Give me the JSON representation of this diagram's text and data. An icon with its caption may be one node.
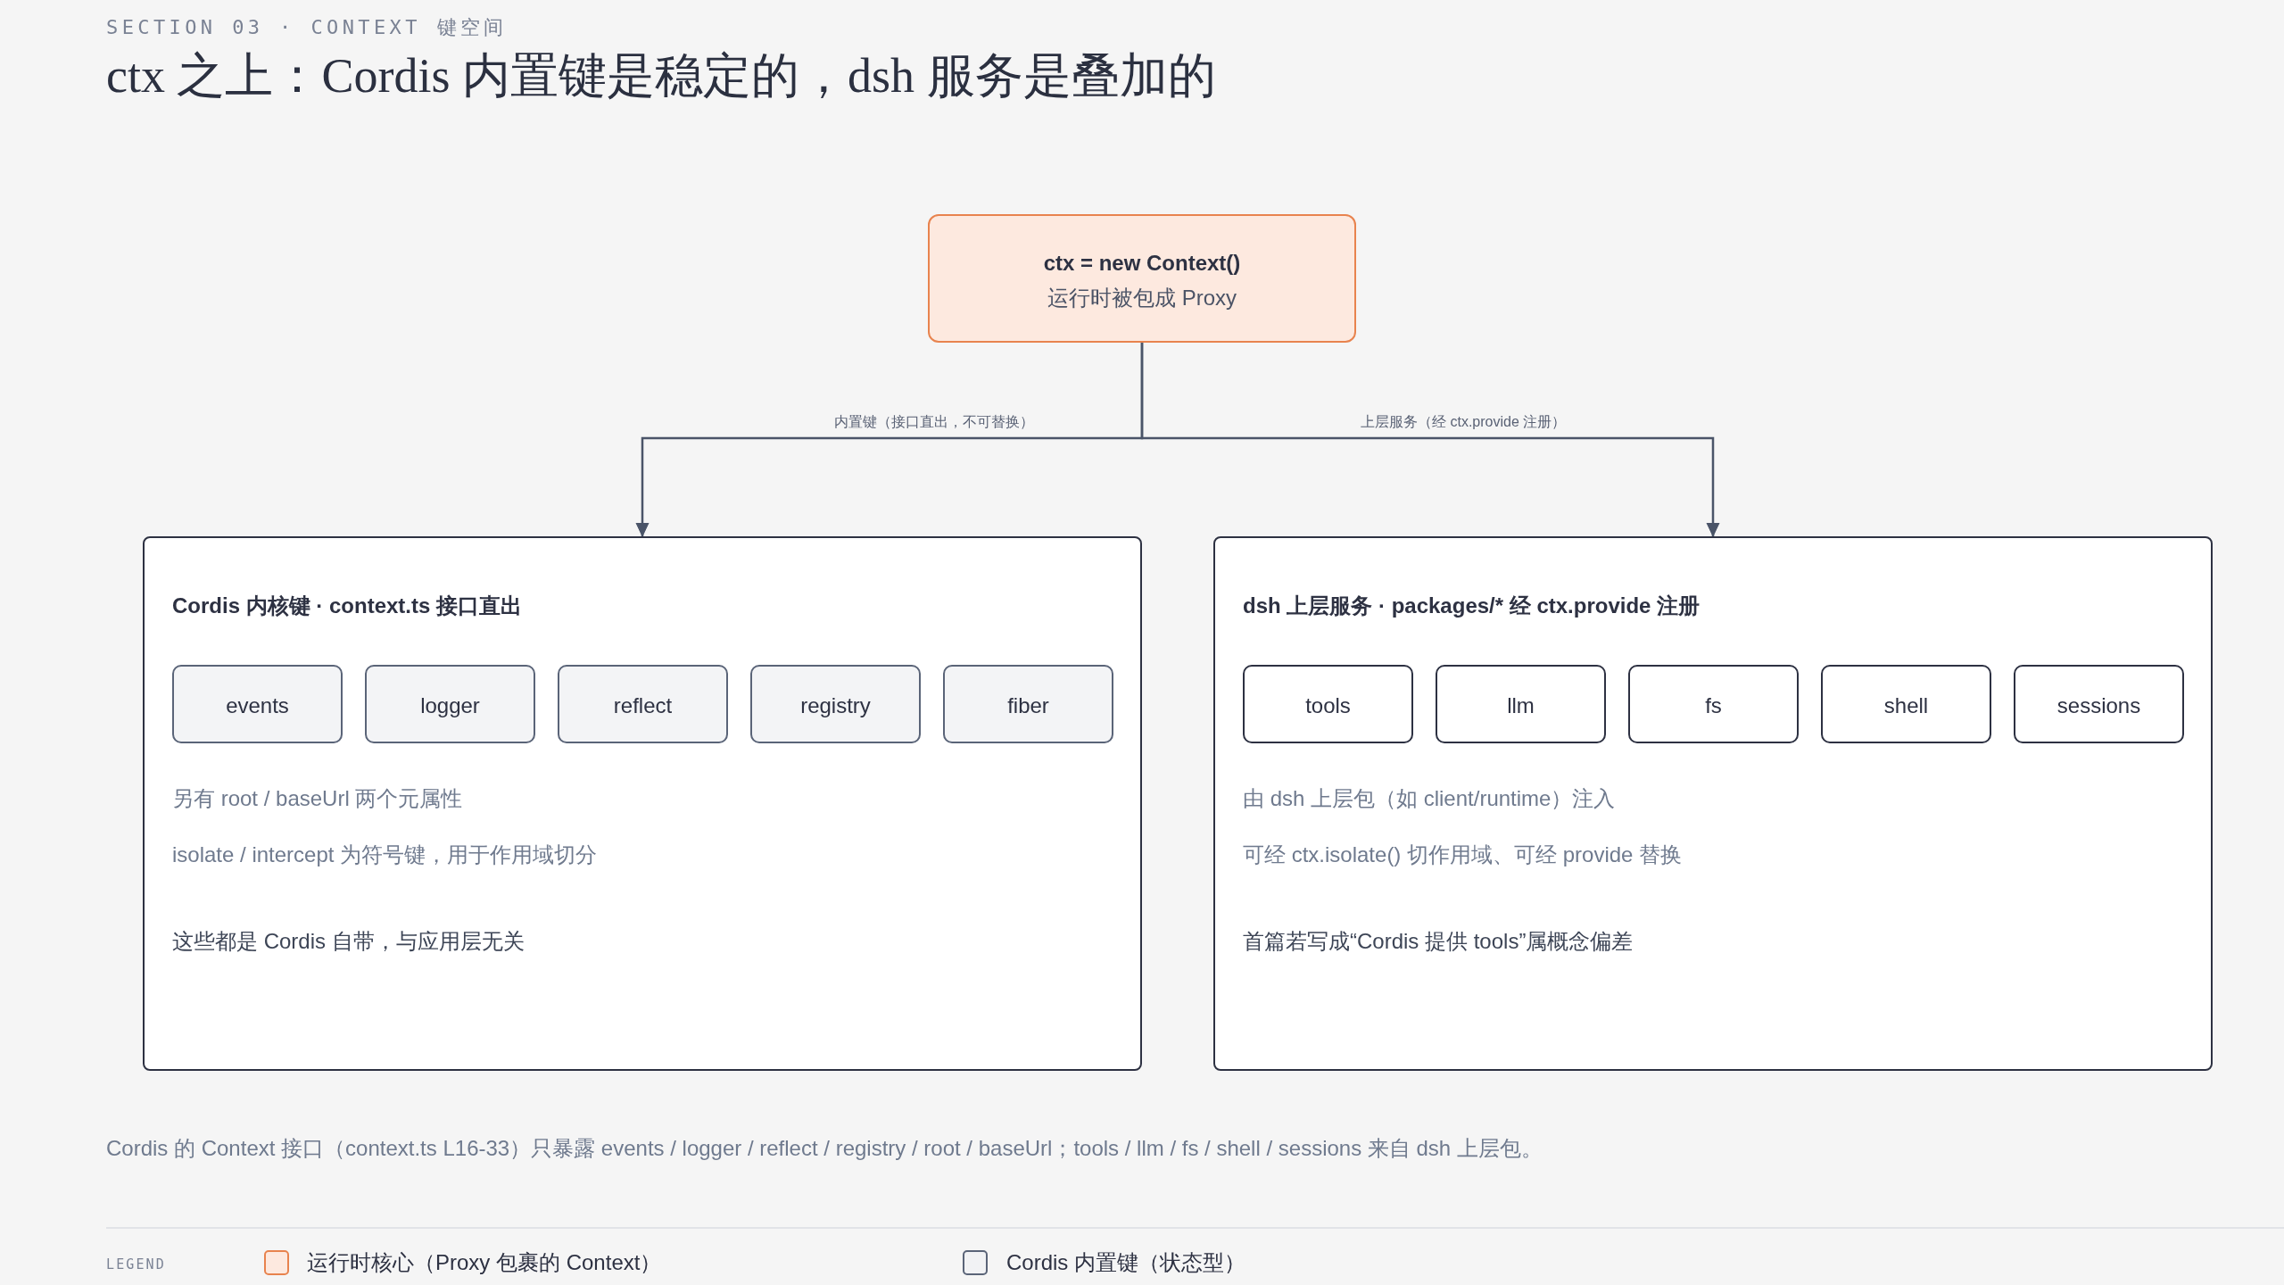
{
  "diagram": {
    "title": "ctx 之上：Cordis 内置键是稳定的，dsh 服务是叠加的",
    "caption": "Cordis 的 Context 接口（context.ts L16-33）只暴露 events / logger / reflect / registry / root / baseUrl；tools / llm / fs / shell / sessions 来自 dsh 上层包。",
    "nodes": [
      {
        "text": [
          "ctx = new Context()",
          "运行时被包成 Proxy"
        ]
      },
      {
        "text": [
          "Cordis 内核键 · context.ts 接口直出",
          "另有 root / baseUrl 两个元属性",
          "isolate / intercept 为符号键，用于作用域切分",
          "这些都是 Cordis 自带，与应用层无关"
        ]
      },
      {
        "text": [
          "events"
        ],
        "in": 1
      },
      {
        "text": [
          "logger"
        ],
        "in": 1
      },
      {
        "text": [
          "reflect"
        ],
        "in": 1
      },
      {
        "text": [
          "registry"
        ],
        "in": 1
      },
      {
        "text": [
          "fiber"
        ],
        "in": 1
      },
      {
        "text": [
          "dsh 上层服务 · packages/* 经 ctx.provide 注册",
          "由 dsh 上层包（如 client/runtime）注入",
          "可经 ctx.isolate() 切作用域、可经 provide 替换",
          "首篇若写成“Cordis 提供 tools”属概念偏差"
        ]
      },
      {
        "text": [
          "tools"
        ],
        "in": 7
      },
      {
        "text": [
          "llm"
        ],
        "in": 7
      },
      {
        "text": [
          "fs"
        ],
        "in": 7
      },
      {
        "text": [
          "shell"
        ],
        "in": 7
      },
      {
        "text": [
          "sessions"
        ],
        "in": 7
      }
    ],
    "edges": [
      {
        "from": 0,
        "to": 1,
        "arrow": "to",
        "label": "内置键（接口直出，不可替换）"
      },
      {
        "from": 0,
        "to": 7,
        "arrow": "to",
        "label": "上层服务（经 ctx.provide 注册）"
      }
    ],
    "labels": [
      "SECTION 03 · CONTEXT 键空间",
      "LEGEND"
    ],
    "legend": [
      {
        "text": "运行时核心（Proxy 包裹的 Context）",
        "color": "#fde9df"
      },
      {
        "text": "Cordis 内置键（状态型）",
        "color": "#f1f2f4"
      }
    ]
  }
}
